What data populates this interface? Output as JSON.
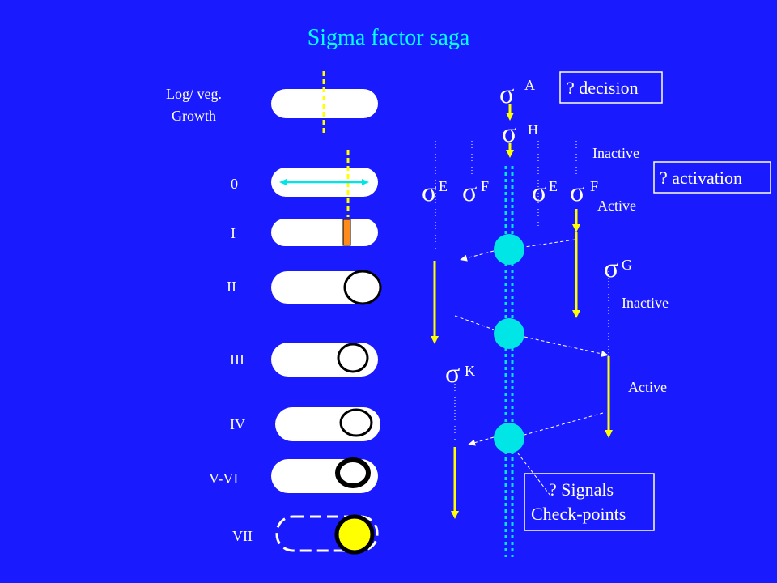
{
  "title": "Sigma factor saga",
  "stages": {
    "log_growth": [
      "Log/ veg.",
      "Growth"
    ],
    "s0": "0",
    "s1": "I",
    "s2": "II",
    "s3": "III",
    "s4": "IV",
    "s56": "V-VI",
    "s7": "VII"
  },
  "sigma": {
    "symbol": "σ",
    "A": "A",
    "H": "H",
    "E": "E",
    "F": "F",
    "G": "G",
    "K": "K"
  },
  "status": {
    "inactive_top": "Inactive",
    "active_top": "Active",
    "inactive_g": "Inactive",
    "active_g": "Active"
  },
  "boxes": {
    "decision": "? decision",
    "activation": "? activation",
    "signals_line1": "? Signals",
    "signals_line2": "Check-points"
  },
  "colors": {
    "background": "#1a1aff",
    "arrow": "#ffff00",
    "checkpoint": "#00e5e5",
    "septum": "#ff8c1a",
    "cell": "#ffffff"
  }
}
